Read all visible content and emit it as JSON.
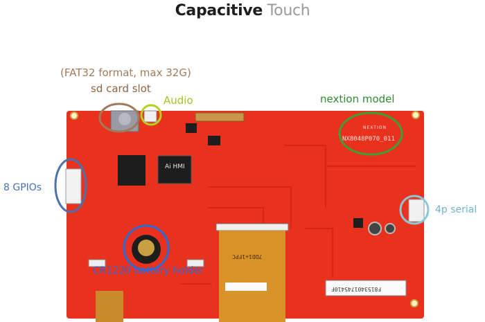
{
  "title": {
    "word1": "Capacitive",
    "word2": "Touch"
  },
  "labels": {
    "sd_note": "(FAT32 format, max 32G)",
    "sd_slot": "sd card slot",
    "audio": "Audio",
    "nextion_model": "nextion model",
    "gpios": "8 GPIOs",
    "serial": "4p serial",
    "battery": "CR1220 battery holder"
  },
  "board": {
    "logo_text": "NEXTION",
    "model_number": "NX8048P070_011",
    "chip_main": "Ai HMI",
    "fpc_text": "7DD1+1FPC",
    "sticker_code": "F8153401745410F"
  },
  "colors": {
    "board": "#e8321e",
    "sd_circle": "#a07a5a",
    "audio_circle": "#b8d020",
    "model_circle": "#3aa03a",
    "gpio_circle": "#4a70b0",
    "serial_circle": "#88c8d8",
    "battery_circle": "#2a6ad8"
  }
}
